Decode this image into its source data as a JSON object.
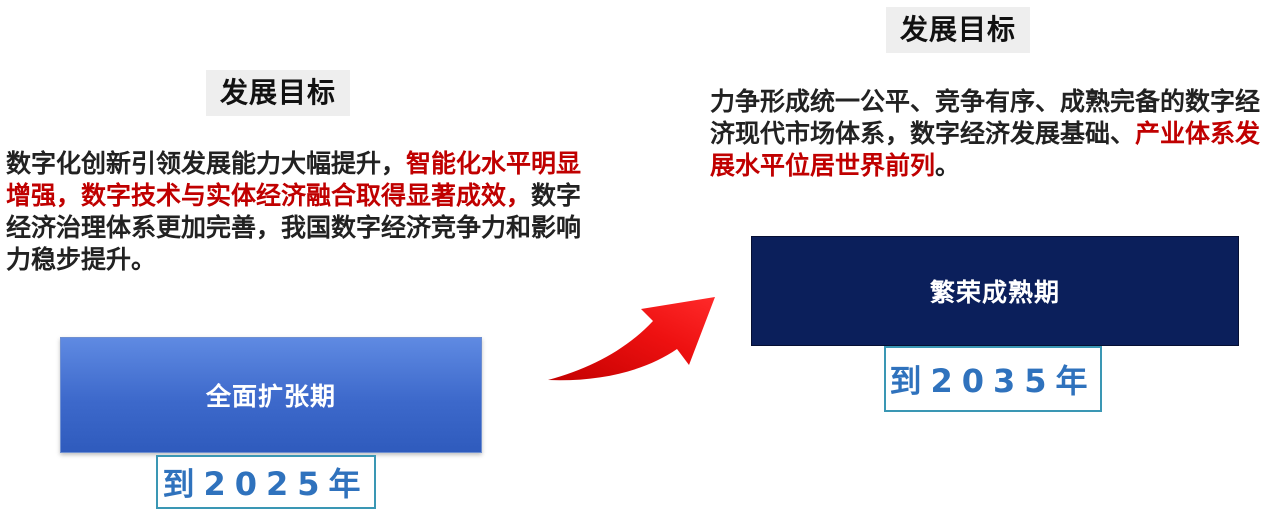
{
  "left": {
    "goal_title": "发展目标",
    "paragraph": [
      {
        "text": "数字化创新引领发展能力大幅提升，",
        "highlight": false
      },
      {
        "text": "智能化水平明显增强，数字技术与实体经济融合取得显著成效，",
        "highlight": true
      },
      {
        "text": "数字经济治理体系更加完善，我国数字经济竞争力和影响力稳步提升。",
        "highlight": false
      }
    ],
    "stage_label": "全面扩张期",
    "year_label": "到2025年"
  },
  "right": {
    "goal_title": "发展目标",
    "paragraph": [
      {
        "text": "力争形成统一公平、竞争有序、成熟完备的数字经济现代市场体系，数字经济发展基础、",
        "highlight": false
      },
      {
        "text": "产业体系发展水平位居世界前列",
        "highlight": true
      },
      {
        "text": "。",
        "highlight": false
      }
    ],
    "stage_label": "繁荣成熟期",
    "year_label": "到2035年"
  },
  "colors": {
    "highlight_text": "#c00000",
    "left_stage_fill": "#3d69cb",
    "right_stage_fill": "#0b1f5b",
    "year_text": "#2f72bd",
    "year_border": "#3a97b4",
    "arrow_fill": "#ee1111"
  },
  "icons": {
    "transition_arrow": "curved-arrow-up-right"
  }
}
